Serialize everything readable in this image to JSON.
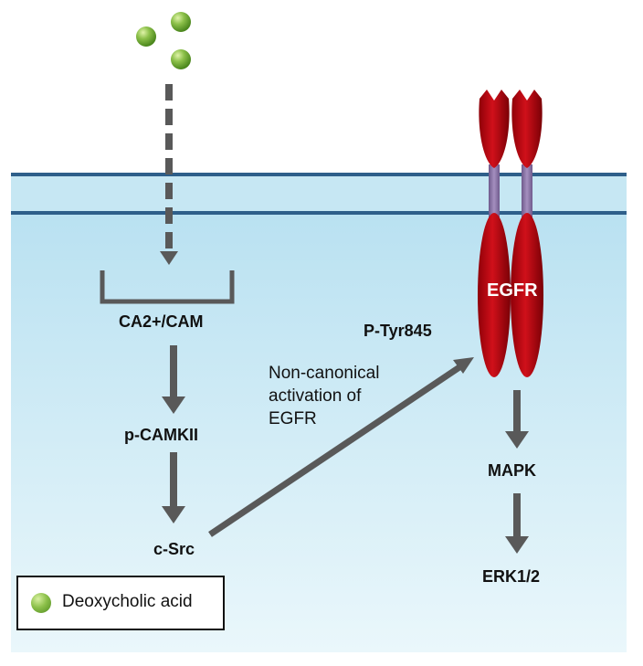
{
  "molecule_count": 3,
  "nodes": {
    "ca_cam": "CA2+/CAM",
    "p_camkii": "p-CAMKII",
    "c_src": "c-Src",
    "p_tyr845": "P-Tyr845",
    "egfr": "EGFR",
    "mapk": "MAPK",
    "erk": "ERK1/2"
  },
  "annotation": {
    "line1": "Non-canonical",
    "line2": "activation of",
    "line3": "EGFR"
  },
  "legend": {
    "label": "Deoxycholic acid",
    "icon": "green-sphere-icon"
  },
  "colors": {
    "membrane_line": "#2e5f8a",
    "membrane_fill": "#c4e4f1",
    "cytoplasm": "#dcf1f8",
    "arrow": "#595959",
    "receptor": "#c0000b",
    "transmembrane": "#8a74a6",
    "molecule": "#7db63e"
  }
}
